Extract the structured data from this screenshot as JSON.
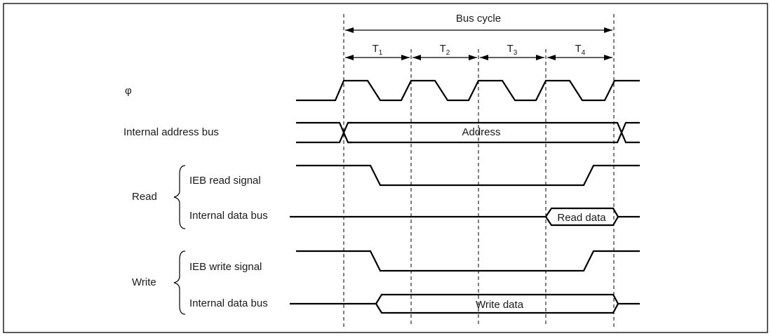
{
  "diagram": {
    "bus_cycle_label": "Bus cycle",
    "states": [
      {
        "letter": "T",
        "sub": "1"
      },
      {
        "letter": "T",
        "sub": "2"
      },
      {
        "letter": "T",
        "sub": "3"
      },
      {
        "letter": "T",
        "sub": "4"
      }
    ],
    "signals": {
      "clock": "φ",
      "address_bus": "Internal address bus",
      "address_value": "Address",
      "read_group": "Read",
      "ieb_read": "IEB read signal",
      "read_data_bus": "Internal data bus",
      "read_data_value": "Read data",
      "write_group": "Write",
      "ieb_write": "IEB write signal",
      "write_data_bus": "Internal data bus",
      "write_data_value": "Write data"
    }
  }
}
